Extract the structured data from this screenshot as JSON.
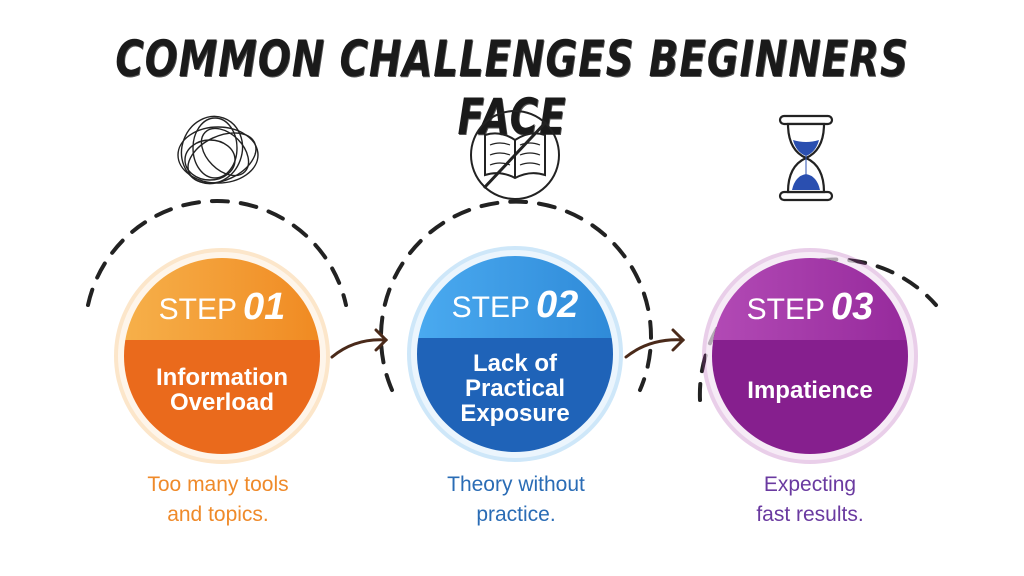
{
  "title": "COMMON CHALLENGES BEGINNERS FACE",
  "steps": [
    {
      "step_word": "STEP",
      "number": "01",
      "name": "Information\nOverload",
      "caption": "Too many tools\nand topics.",
      "icon": "scribble-tangle-icon",
      "colors": {
        "top": "#f39a2c",
        "bottom": "#ea6a1c",
        "caption": "#ef8a2a"
      }
    },
    {
      "step_word": "STEP",
      "number": "02",
      "name": "Lack of\nPractical\nExposure",
      "caption": "Theory without\npractice.",
      "icon": "no-book-icon",
      "colors": {
        "top": "#3a9ee6",
        "bottom": "#1f63b8",
        "caption": "#2a6cb5"
      }
    },
    {
      "step_word": "STEP",
      "number": "03",
      "name": "Impatience",
      "caption": "Expecting\nfast results.",
      "icon": "hourglass-icon",
      "colors": {
        "top": "#a73aa8",
        "bottom": "#861f8e",
        "caption": "#7a3a9a"
      }
    }
  ],
  "arrow_color": "#4a2a1a"
}
